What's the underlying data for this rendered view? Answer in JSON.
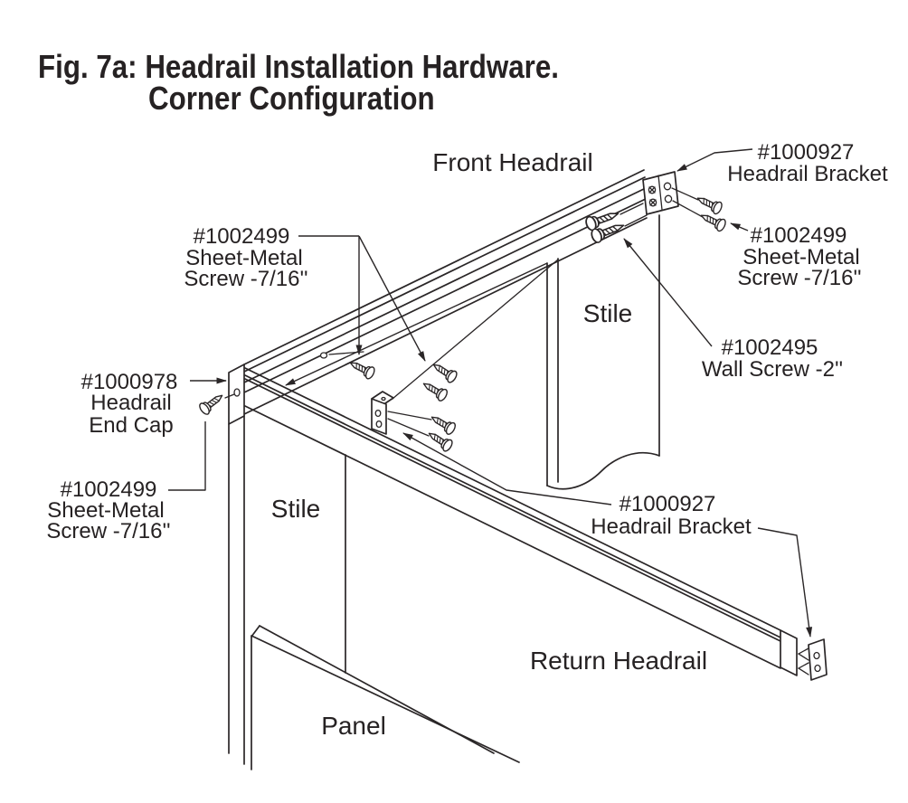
{
  "figure": {
    "title_line1": "Fig. 7a: Headrail Installation Hardware.",
    "title_line2": "Corner Configuration"
  },
  "labels": {
    "front_headrail": "Front Headrail",
    "return_headrail": "Return Headrail",
    "stile_right": "Stile",
    "stile_left": "Stile",
    "panel": "Panel",
    "bracket_top_right": {
      "part_number": "#1000927",
      "part_name": "Headrail Bracket"
    },
    "sheet_metal_screw_right": {
      "part_number": "#1002499",
      "name_line1": "Sheet-Metal",
      "name_line2": "Screw -7/16''"
    },
    "wall_screw": {
      "part_number": "#1002495",
      "part_name": "Wall Screw -2''"
    },
    "sheet_metal_screw_top_left": {
      "part_number": "#1002499",
      "name_line1": "Sheet-Metal",
      "name_line2": "Screw -7/16''"
    },
    "end_cap": {
      "part_number": "#1000978",
      "name_line1": "Headrail",
      "name_line2": "End Cap"
    },
    "sheet_metal_screw_bottom_left": {
      "part_number": "#1002499",
      "name_line1": "Sheet-Metal",
      "name_line2": "Screw -7/16''"
    },
    "bracket_middle": {
      "part_number": "#1000927",
      "part_name": "Headrail Bracket"
    }
  },
  "colors": {
    "line": "#2a2627",
    "background": "#ffffff"
  }
}
